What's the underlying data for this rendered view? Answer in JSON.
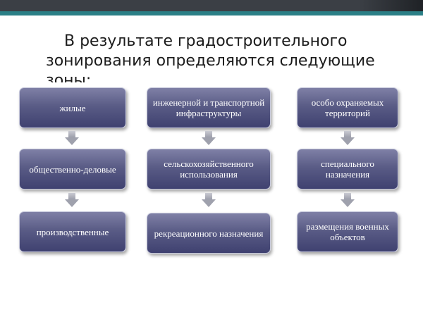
{
  "title": {
    "line1": "В результате градостроительного",
    "line2": "зонирования определяются следующие зоны:"
  },
  "columns": [
    {
      "boxes": [
        "жилые",
        "общественно-деловые",
        "производственные"
      ]
    },
    {
      "boxes": [
        "инженерной и транспортной инфраструктуры",
        "сельскохозяйственного использования",
        "рекреационного назначения"
      ]
    },
    {
      "boxes": [
        "особо охраняемых территорий",
        "специального назначения",
        "размещения военных объектов"
      ]
    }
  ],
  "colors": {
    "box_top": "#7f80a6",
    "box_bottom": "#3f4170",
    "arrow": "#9fa1ad",
    "header_dark": "#3b3f45",
    "header_teal": "#2b7f86"
  }
}
